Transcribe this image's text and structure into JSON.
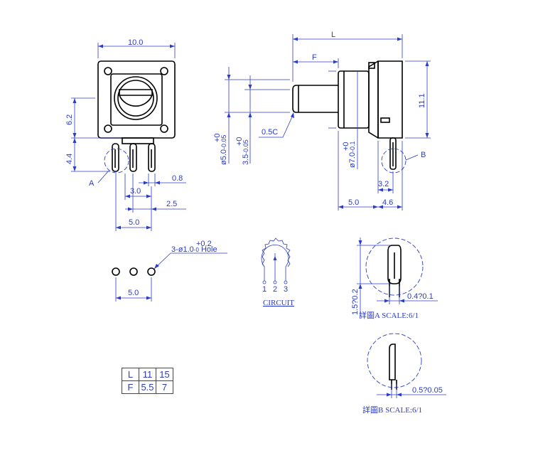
{
  "front_view": {
    "width_dim": "10.0",
    "height_dim_upper": "6.2",
    "height_dim_lower": "4.4",
    "pin_width": "0.8",
    "pin_pitch": "3.0",
    "pin_offset": "2.5",
    "pin_span": "5.0",
    "detail_callout": "A"
  },
  "side_view": {
    "length_label": "L",
    "flat_label": "F",
    "shaft_dia": "ø5.0",
    "shaft_dia_tol_upper": "+0",
    "shaft_dia_tol_lower": "-0.05",
    "flat_dim": "3.5",
    "flat_tol_upper": "+0",
    "flat_tol_lower": "-0.05",
    "chamfer": "0.5C",
    "bushing_dia": "ø7.0",
    "bushing_tol_upper": "+0",
    "bushing_tol_lower": "-0.1",
    "body_height": "11.1",
    "detail_callout": "B",
    "tab_offset": "3.2",
    "bushing_len": "5.0",
    "body_depth": "4.6"
  },
  "hole_pattern": {
    "hole_note_prefix": "3-ø1.0",
    "hole_tol_upper": "+0.2",
    "hole_tol_lower": "-0",
    "hole_note_suffix": "Hole",
    "pitch": "5.0"
  },
  "circuit": {
    "label": "CIRCUIT",
    "pins": [
      "1",
      "2",
      "3"
    ]
  },
  "detail_a": {
    "dim_vertical": "1.5?0.2",
    "dim_horizontal": "0.4?0.1",
    "caption": "詳圖A SCALE:6/1"
  },
  "detail_b": {
    "dim_horizontal": "0.5?0.05",
    "caption": "詳圖B SCALE:6/1"
  },
  "table": {
    "rows": [
      [
        "L",
        "11",
        "15"
      ],
      [
        "F",
        "5.5",
        "7"
      ]
    ]
  },
  "colors": {
    "outline": "#000000",
    "dimension": "#2b3cc8"
  }
}
